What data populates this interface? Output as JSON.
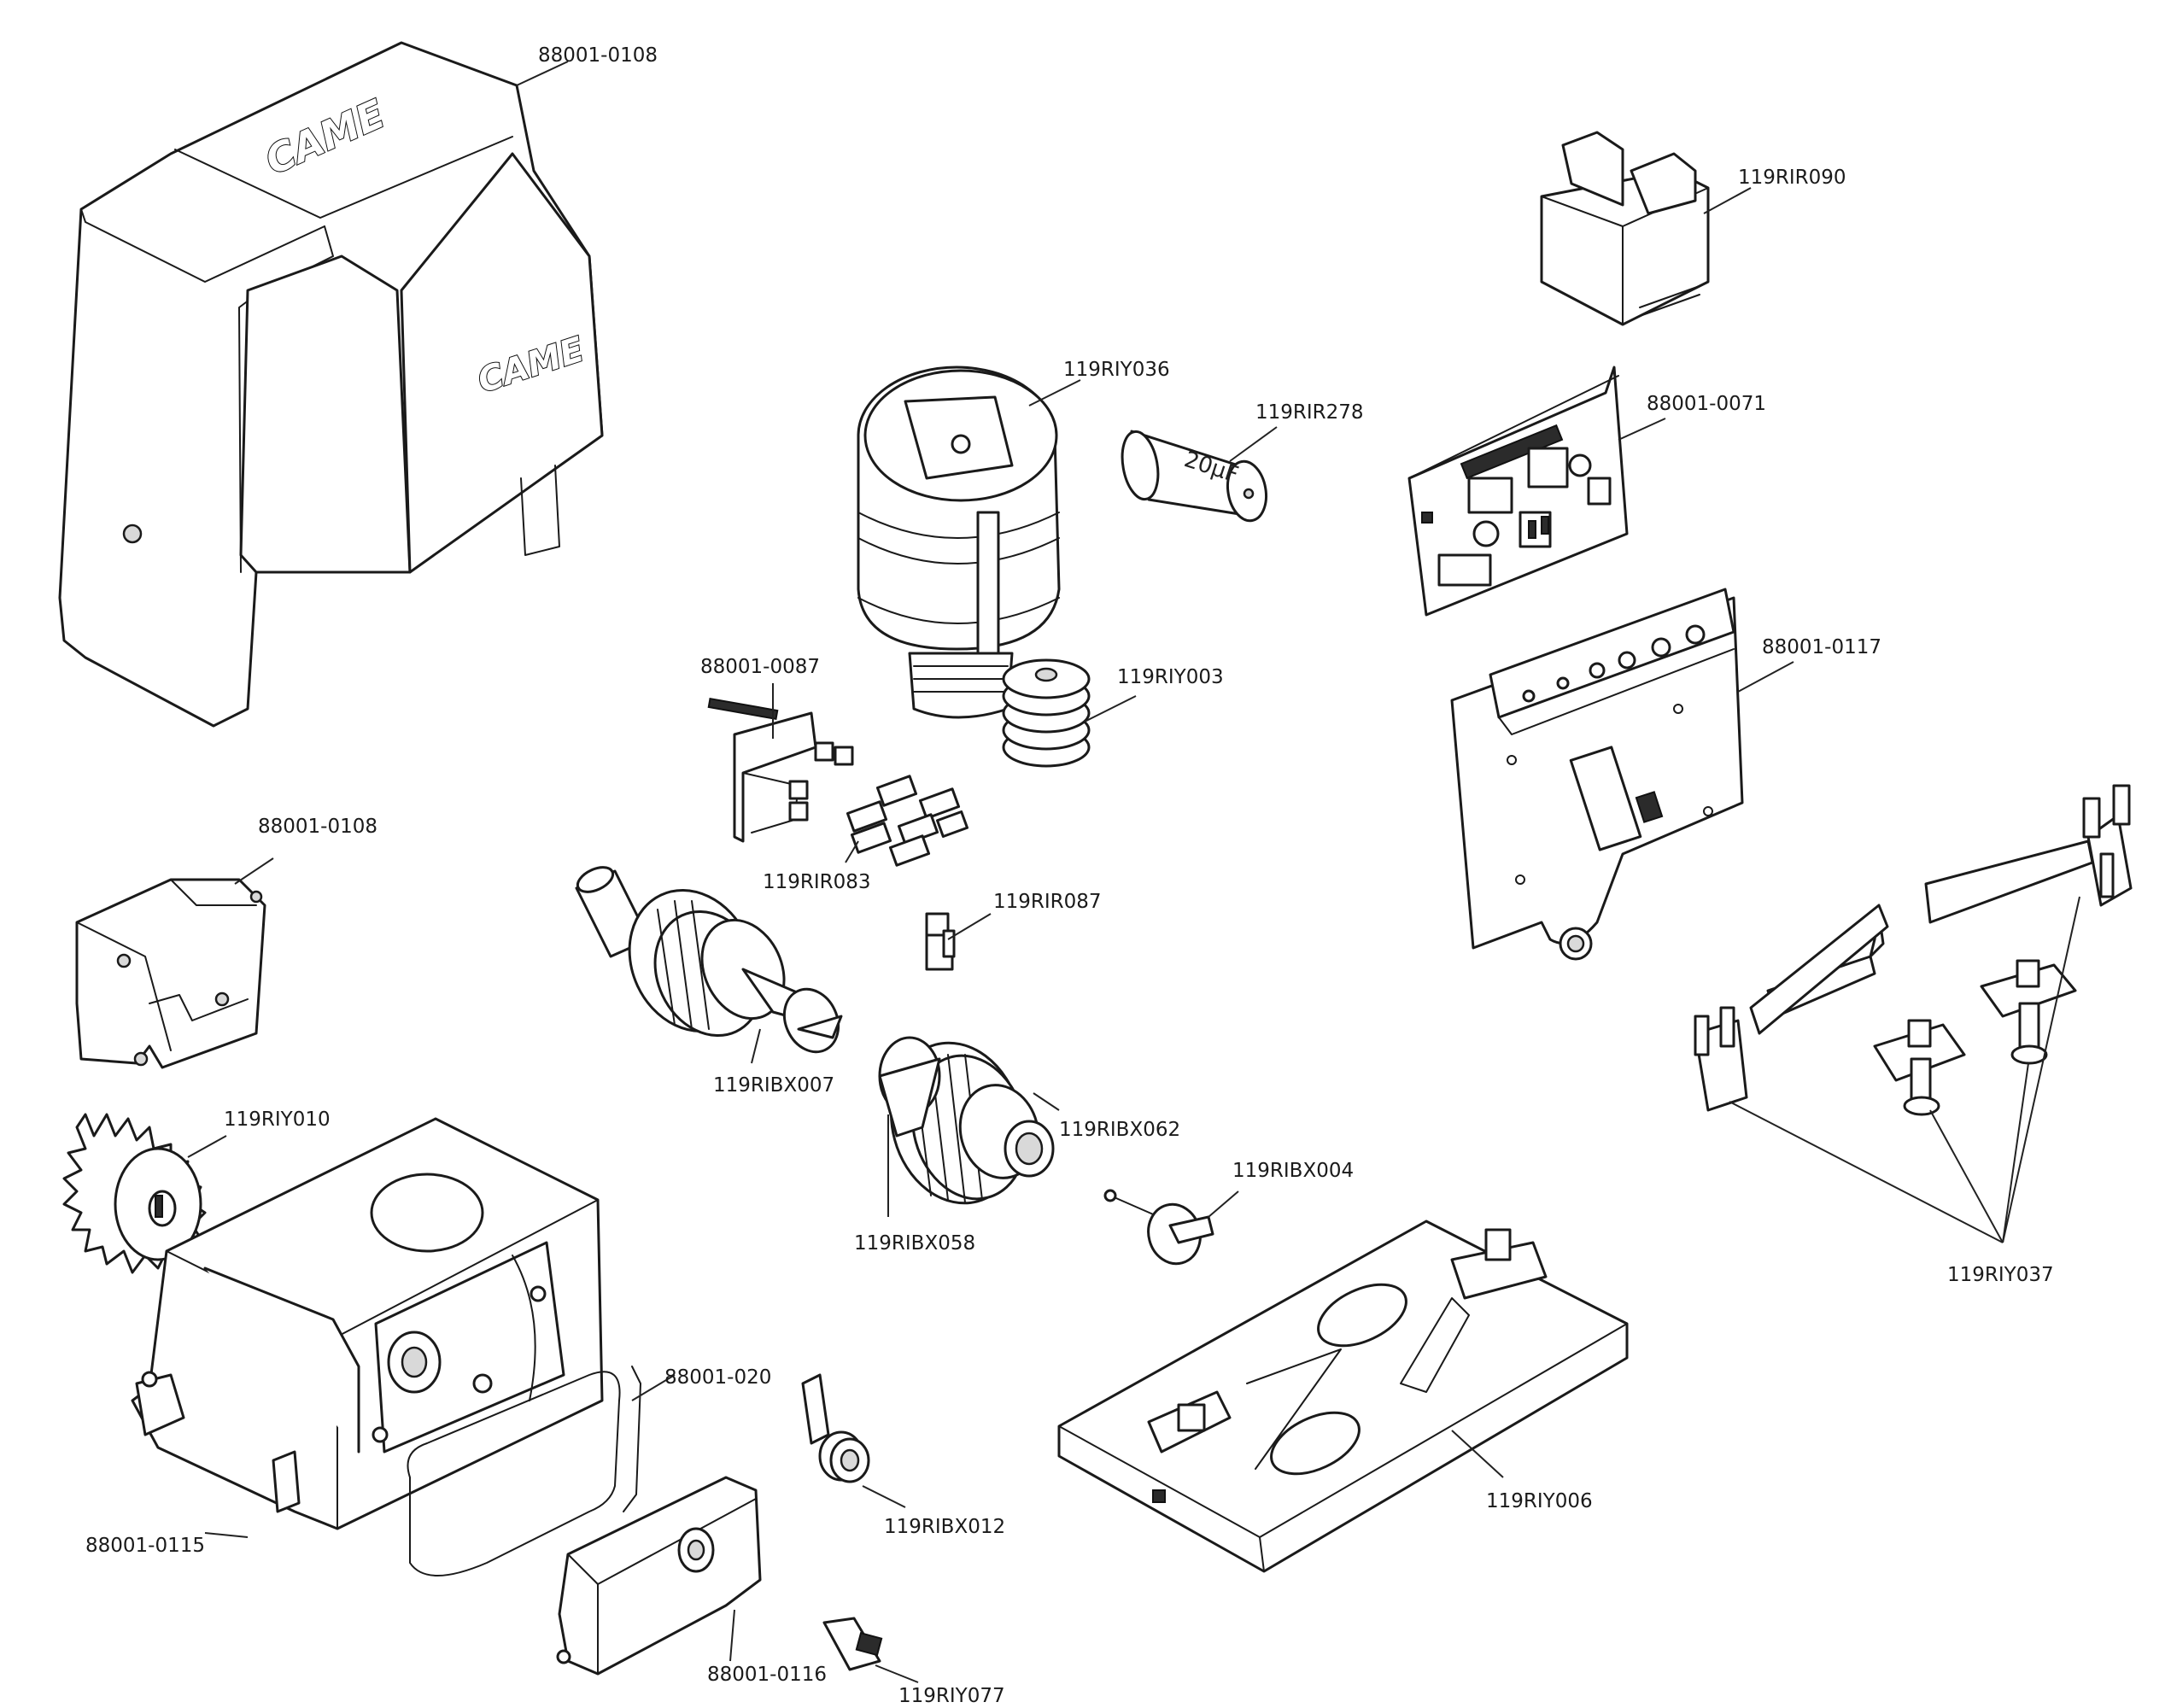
{
  "diagram": {
    "type": "exploded-parts-diagram",
    "brand_mark": "CAME",
    "capacitor_marking": "20µF",
    "parts": [
      {
        "key": "cover_top",
        "code": "88001-0108"
      },
      {
        "key": "transformer",
        "code": "119RIR090"
      },
      {
        "key": "motor",
        "code": "119RIY036"
      },
      {
        "key": "capacitor",
        "code": "119RIR278"
      },
      {
        "key": "control_board",
        "code": "88001-0071"
      },
      {
        "key": "spacer_stack",
        "code": "119RIY003"
      },
      {
        "key": "limit_switch",
        "code": "88001-0087"
      },
      {
        "key": "mounting_plate",
        "code": "88001-0117"
      },
      {
        "key": "cover_small",
        "code": "88001-0108"
      },
      {
        "key": "microswitches",
        "code": "119RIR083"
      },
      {
        "key": "micro_connector",
        "code": "119RIR087"
      },
      {
        "key": "gear_shaft",
        "code": "119RIBX007"
      },
      {
        "key": "pinion",
        "code": "119RIY010"
      },
      {
        "key": "gear_b",
        "code": "119RIBX062"
      },
      {
        "key": "gear_a",
        "code": "119RIBX058"
      },
      {
        "key": "cam_small",
        "code": "119RIBX004"
      },
      {
        "key": "limit_brackets",
        "code": "119RIY037"
      },
      {
        "key": "gasket",
        "code": "88001-020"
      },
      {
        "key": "gearbox_housing",
        "code": "88001-0115"
      },
      {
        "key": "lock_cylinder",
        "code": "119RIBX012"
      },
      {
        "key": "base_plate",
        "code": "119RIY006"
      },
      {
        "key": "release_cover",
        "code": "88001-0116"
      },
      {
        "key": "key",
        "code": "119RIY077"
      }
    ]
  }
}
